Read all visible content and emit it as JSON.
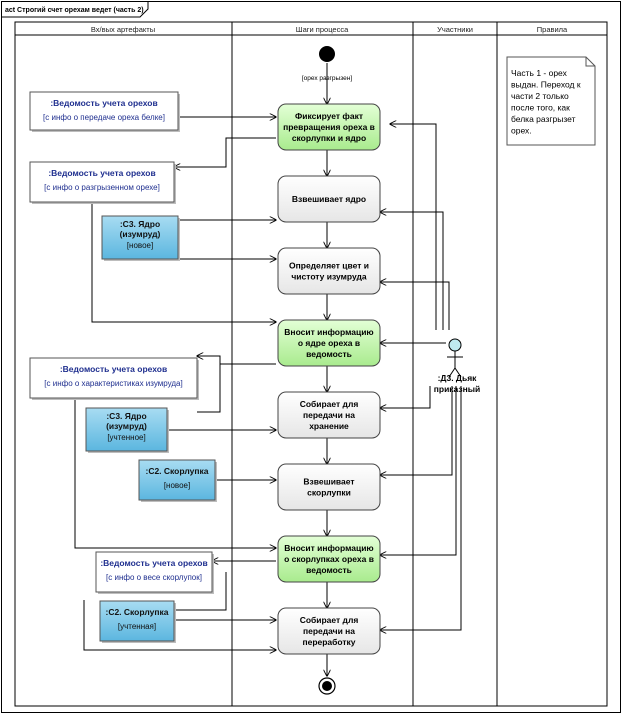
{
  "frame": {
    "title": "act Строгий счет орехам ведет (часть 2)"
  },
  "lanes": [
    {
      "id": "artifacts",
      "title": "Вх/вых артефакты"
    },
    {
      "id": "steps",
      "title": "Шаги процесса"
    },
    {
      "id": "participants",
      "title": "Участники"
    },
    {
      "id": "rules",
      "title": "Правила"
    }
  ],
  "start": {
    "guard": "[орех разгрызен]"
  },
  "actions": [
    {
      "id": "a1",
      "lines": [
        "Фиксирует факт",
        "превращения ореха в",
        "скорлупки и ядро"
      ],
      "highlight": true
    },
    {
      "id": "a2",
      "lines": [
        "Взвешивает ядро"
      ],
      "highlight": false
    },
    {
      "id": "a3",
      "lines": [
        "Определяет цвет и",
        "чистоту изумруда"
      ],
      "highlight": false
    },
    {
      "id": "a4",
      "lines": [
        "Вносит информацию",
        "о ядре ореха в",
        "ведомость"
      ],
      "highlight": true
    },
    {
      "id": "a5",
      "lines": [
        "Собирает для",
        "передачи на",
        "хранение"
      ],
      "highlight": false
    },
    {
      "id": "a6",
      "lines": [
        "Взвешивает",
        "скорлупки"
      ],
      "highlight": false
    },
    {
      "id": "a7",
      "lines": [
        "Вносит информацию",
        "о скорлупках ореха в",
        "ведомость"
      ],
      "highlight": true
    },
    {
      "id": "a8",
      "lines": [
        "Собирает для",
        "передачи на",
        "переработку"
      ],
      "highlight": false
    }
  ],
  "objects": [
    {
      "id": "o1",
      "name": ":Ведомость учета орехов",
      "state": "[с инфо о передаче ореха белке]",
      "kind": "doc"
    },
    {
      "id": "o2",
      "name": ":Ведомость учета орехов",
      "state": "[с инфо о разгрызенном орехе]",
      "kind": "doc"
    },
    {
      "id": "o3",
      "name_lines": [
        ":С3. Ядро",
        "(изумруд)"
      ],
      "state": "[новое]",
      "kind": "item"
    },
    {
      "id": "o4",
      "name": ":Ведомость учета орехов",
      "state": "[с инфо о характеристиках изумруда]",
      "kind": "doc"
    },
    {
      "id": "o5",
      "name_lines": [
        ":С3. Ядро",
        "(изумруд)"
      ],
      "state": "[учтенное]",
      "kind": "item"
    },
    {
      "id": "o6",
      "name": ":С2. Скорлупка",
      "state": "[новое]",
      "kind": "item"
    },
    {
      "id": "o7",
      "name": ":Ведомость учета орехов",
      "state": "[с инфо о весе скорлупок]",
      "kind": "doc"
    },
    {
      "id": "o8",
      "name": ":С2. Скорлупка",
      "state": "[учтенная]",
      "kind": "item"
    }
  ],
  "actor": {
    "label_lines": [
      ":Д3. Дьяк",
      "приказный"
    ]
  },
  "note": {
    "lines": [
      "Часть 1 - орех",
      "выдан. Переход к",
      "части 2 только",
      "после того, как",
      "белка разгрызет",
      "орех."
    ]
  },
  "colors": {
    "action_fill": "#f4f4f4",
    "action_highlight": "#c9f5b4",
    "item_fill": "#7fc8e8",
    "doc_fill": "#ffffff",
    "note_fill": "#ffffff",
    "actor_head": "#bfeaf0"
  }
}
